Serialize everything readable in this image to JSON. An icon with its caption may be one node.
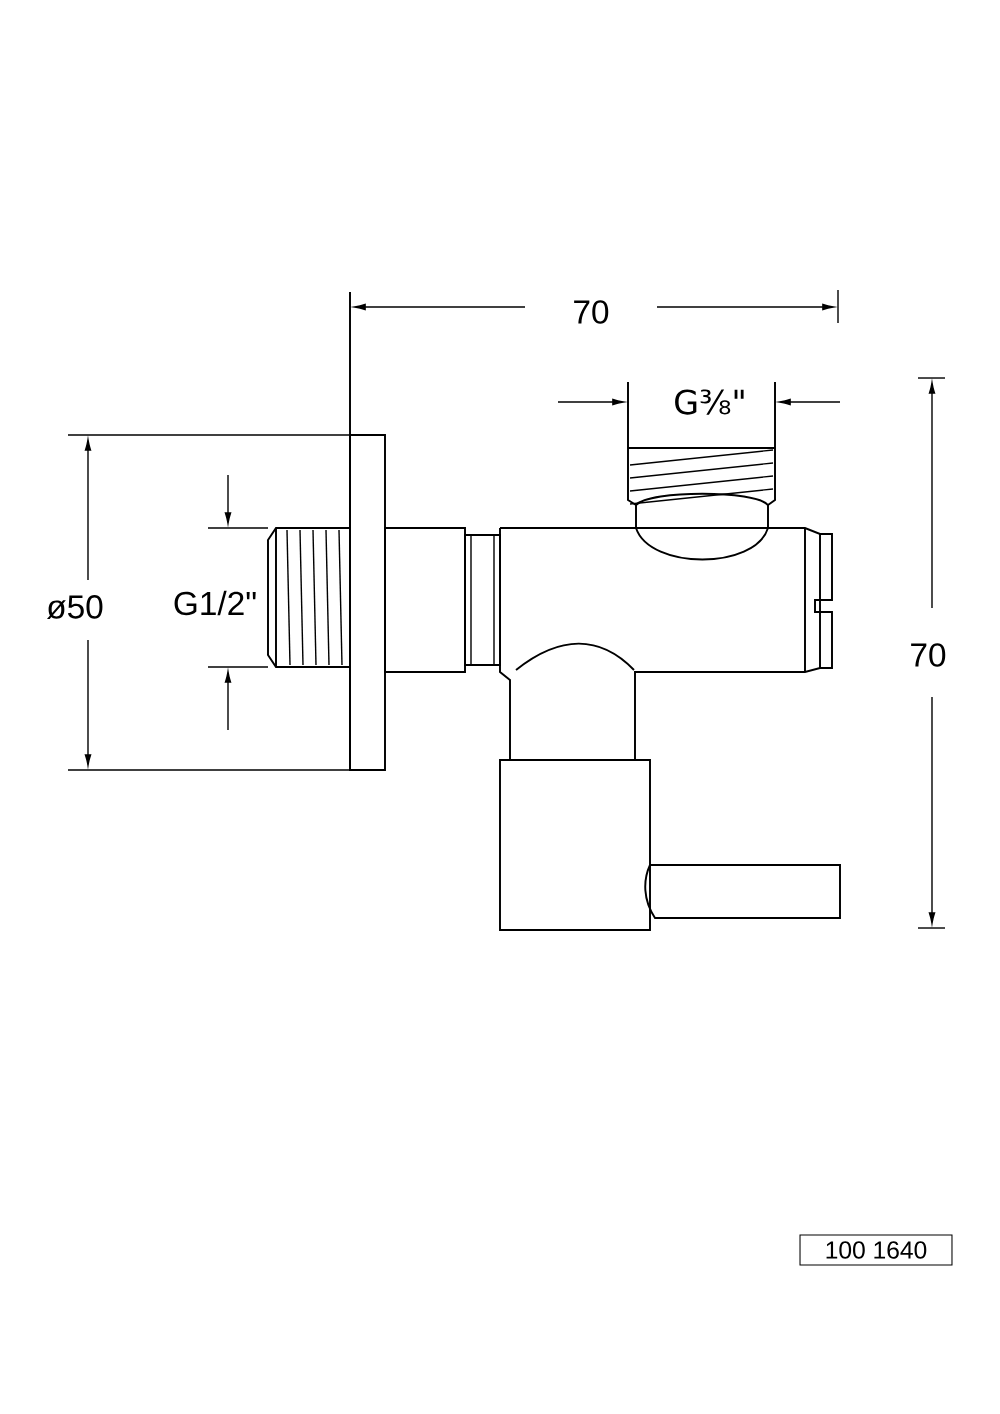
{
  "diagram": {
    "labels": [
      "70",
      "G⅜\"",
      "ø50",
      "G1/2\"",
      "70",
      "100 1640"
    ]
  }
}
